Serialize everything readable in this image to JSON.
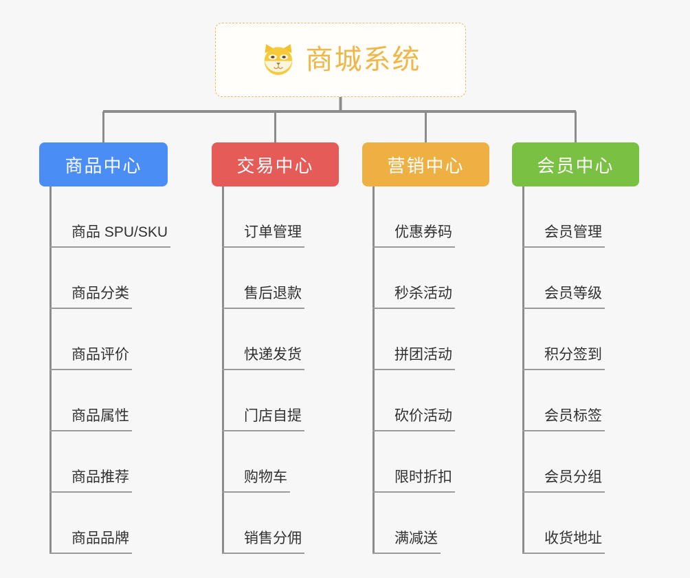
{
  "root": {
    "title": "商城系统",
    "icon": "shiba-dog-face-icon",
    "border_color": "#e8b96a",
    "text_color": "#eeb747",
    "background": "#fffefb"
  },
  "canvas": {
    "background": "#f7f7f7",
    "connector_color": "#8c8c8c"
  },
  "columns": [
    {
      "title": "商品中心",
      "color": "#4a8ef5",
      "items": [
        "商品 SPU/SKU",
        "商品分类",
        "商品评价",
        "商品属性",
        "商品推荐",
        "商品品牌"
      ]
    },
    {
      "title": "交易中心",
      "color": "#e45b58",
      "items": [
        "订单管理",
        "售后退款",
        "快递发货",
        "门店自提",
        "购物车",
        "销售分佣"
      ]
    },
    {
      "title": "营销中心",
      "color": "#eeb043",
      "items": [
        "优惠券码",
        "秒杀活动",
        "拼团活动",
        "砍价活动",
        "限时折扣",
        "满减送"
      ]
    },
    {
      "title": "会员中心",
      "color": "#7ac143",
      "items": [
        "会员管理",
        "会员等级",
        "积分签到",
        "会员标签",
        "会员分组",
        "收货地址"
      ]
    }
  ]
}
